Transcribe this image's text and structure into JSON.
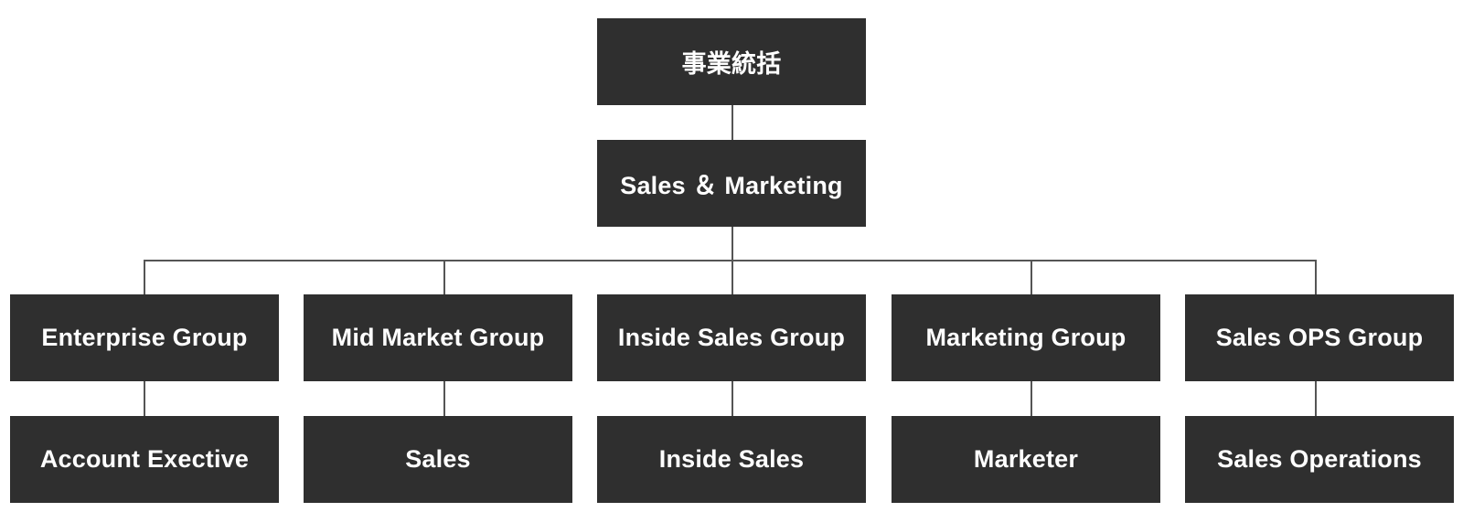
{
  "org_chart": {
    "root": "事業統括",
    "division": "Sales ＆ Marketing",
    "groups": [
      {
        "name": "Enterprise Group",
        "role": "Account Exective"
      },
      {
        "name": "Mid Market Group",
        "role": "Sales"
      },
      {
        "name": "Inside Sales Group",
        "role": "Inside Sales"
      },
      {
        "name": "Marketing Group",
        "role": "Marketer"
      },
      {
        "name": "Sales OPS Group",
        "role": "Sales Operations"
      }
    ]
  },
  "colors": {
    "box_fill": "#2f2f2f",
    "box_text": "#ffffff",
    "connector": "#555555",
    "background": "#ffffff"
  }
}
